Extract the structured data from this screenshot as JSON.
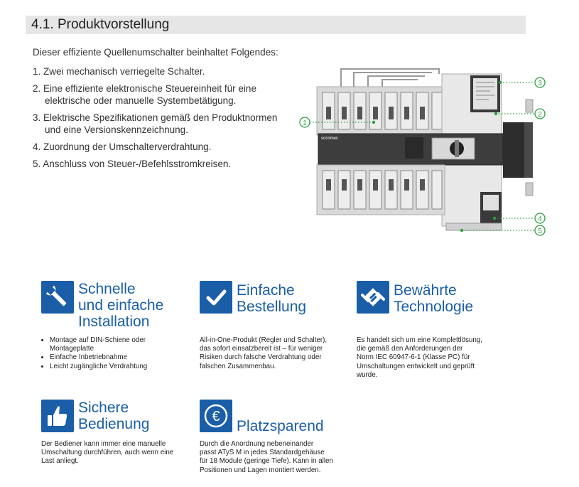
{
  "section": {
    "title": "4.1. Produktvorstellung"
  },
  "intro": "Dieser effiziente Quellenumschalter beinhaltet Folgendes:",
  "features": [
    "1. Zwei mechanisch verriegelte Schalter.",
    "2. Eine effiziente elektronische Steuereinheit für eine elektrische oder manuelle Systembetätigung.",
    "3. Elektrische Spezifikationen gemäß den Produktnormen und eine Versionskennzeichnung.",
    "4. Zuordnung der Umschalterverdrahtung.",
    "5. Anschluss von Steuer-/Befehlsstromkreisen."
  ],
  "device": {
    "brand": "socomec",
    "callouts": [
      "1",
      "2",
      "3",
      "4",
      "5"
    ]
  },
  "cards": {
    "installation": {
      "icon": "wrench-icon",
      "title_lines": [
        "Schnelle",
        "und einfache",
        "Installation"
      ],
      "bullets": [
        "Montage auf DIN-Schiene oder Montageplatte",
        "Einfache Inbetriebnahme",
        "Leicht zugängliche Verdrahtung"
      ]
    },
    "bestellung": {
      "icon": "checkmark-icon",
      "title_lines": [
        "Einfache",
        "Bestellung"
      ],
      "text_lines": [
        "All-in-One-Produkt (Regler und Schalter),",
        "das sofort einsatzbereit ist – für weniger",
        "Risiken durch falsche Verdrahtung oder",
        "falschen Zusammenbau."
      ]
    },
    "technologie": {
      "icon": "handshake-icon",
      "title_lines": [
        "Bewährte",
        "Technologie"
      ],
      "text_lines": [
        "Es handelt sich um eine Komplettlösung,",
        "die gemäß den Anforderungen der",
        "Norm IEC 60947-6-1 (Klasse PC) für",
        "Umschaltungen entwickelt und geprüft",
        "wurde."
      ]
    },
    "bedienung": {
      "icon": "thumbs-up-icon",
      "title_lines": [
        "Sichere",
        "Bedienung"
      ],
      "text_lines": [
        "Der Bediener kann immer eine manuelle",
        "Umschaltung durchführen, auch wenn eine",
        "Last anliegt."
      ]
    },
    "platz": {
      "icon": "euro-icon",
      "icon_glyph": "€",
      "title_lines": [
        "Platzsparend"
      ],
      "text_lines": [
        "Durch die Anordnung nebeneinander",
        "passt ATyS M in jedes Standardgehäuse",
        "für 18 Module (geringe Tiefe). Kann in allen",
        "Positionen und Lagen montiert werden."
      ]
    }
  },
  "colors": {
    "accent": "#1a5ea8",
    "callout_green": "#2e9e3e",
    "title_bg": "#e6e6e6"
  }
}
